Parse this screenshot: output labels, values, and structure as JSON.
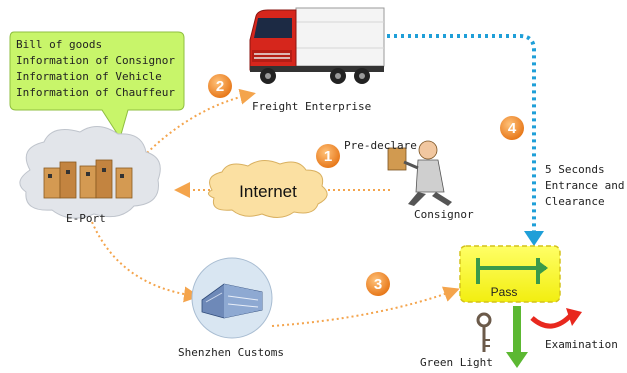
{
  "callout": {
    "lines": [
      "Bill of goods",
      "Information of Consignor",
      "Information of Vehicle",
      "Information of Chauffeur"
    ]
  },
  "labels": {
    "freight_enterprise": "Freight Enterprise",
    "pre_declare": "Pre-declare",
    "consignor": "Consignor",
    "internet": "Internet",
    "eport": "E-Port",
    "customs": "Shenzhen Customs",
    "clearance_lines": [
      "5 Seconds",
      "Entrance and",
      "Clearance"
    ],
    "pass": "Pass",
    "green_light": "Green Light",
    "examination": "Examination"
  },
  "steps": [
    "1",
    "2",
    "3",
    "4"
  ],
  "colors": {
    "callout_fill": "#c8f56a",
    "step_badge": "#f08a20",
    "orange_dots": "#f4a44c",
    "blue_dots": "#1f9fd8",
    "gate_fill": "#ffff33",
    "green_arrow": "#5cb832",
    "red_arrow": "#e8281e",
    "cloud": "#e2e5ea",
    "internet_cloud": "#fbe0a2"
  },
  "icons": [
    "truck-icon",
    "server-cluster-icon",
    "courier-icon",
    "building-icon",
    "gate-icon",
    "key-icon"
  ]
}
